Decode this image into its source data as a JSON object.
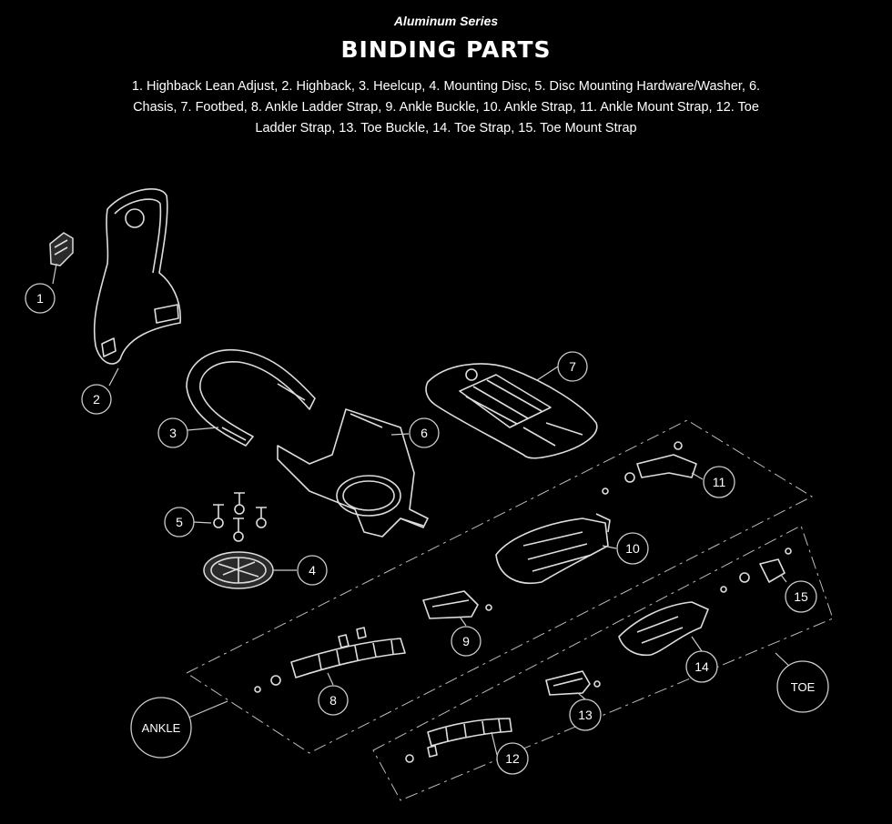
{
  "header": {
    "subtitle": "Aluminum Series",
    "title": "BINDING PARTS",
    "legend": "1. Highback Lean Adjust, 2. Highback, 3. Heelcup, 4. Mounting Disc, 5. Disc Mounting Hardware/Washer, 6. Chasis, 7. Footbed, 8. Ankle Ladder Strap, 9. Ankle Buckle, 10. Ankle Strap, 11. Ankle Mount Strap, 12. Toe Ladder Strap, 13. Toe Buckle, 14. Toe Strap, 15. Toe Mount Strap"
  },
  "callouts": [
    {
      "id": "1",
      "label": "1"
    },
    {
      "id": "2",
      "label": "2"
    },
    {
      "id": "3",
      "label": "3"
    },
    {
      "id": "4",
      "label": "4"
    },
    {
      "id": "5",
      "label": "5"
    },
    {
      "id": "6",
      "label": "6"
    },
    {
      "id": "7",
      "label": "7"
    },
    {
      "id": "8",
      "label": "8"
    },
    {
      "id": "9",
      "label": "9"
    },
    {
      "id": "10",
      "label": "10"
    },
    {
      "id": "11",
      "label": "11"
    },
    {
      "id": "12",
      "label": "12"
    },
    {
      "id": "13",
      "label": "13"
    },
    {
      "id": "14",
      "label": "14"
    },
    {
      "id": "15",
      "label": "15"
    }
  ],
  "zones": {
    "ankle": "ANKLE",
    "toe": "TOE"
  },
  "colors": {
    "background": "#000000",
    "line": "#dddddd",
    "text": "#ffffff"
  }
}
